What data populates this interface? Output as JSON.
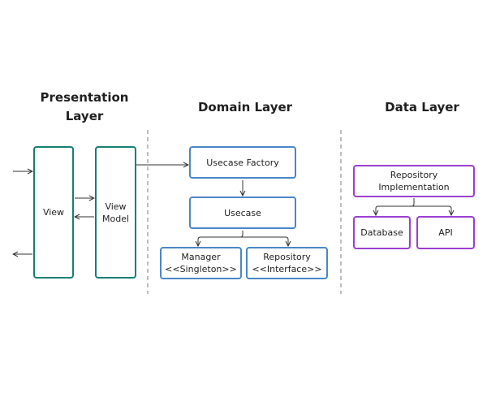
{
  "headings": {
    "presentation": "Presentation\nLayer",
    "domain": "Domain Layer",
    "data": "Data Layer"
  },
  "presentation": {
    "view": "View",
    "view_model": "View\nModel"
  },
  "domain": {
    "usecase_factory": "Usecase Factory",
    "usecase": "Usecase",
    "manager": "Manager\n<<Singleton>>",
    "repository": "Repository\n<<Interface>>"
  },
  "data": {
    "repository_impl": "Repository\nImplementation",
    "database": "Database",
    "api": "API"
  },
  "colors": {
    "presentation": "#167f74",
    "domain": "#4a86c8",
    "data": "#9b3fd1",
    "divider": "#a8a8a8",
    "arrow": "#333333"
  }
}
